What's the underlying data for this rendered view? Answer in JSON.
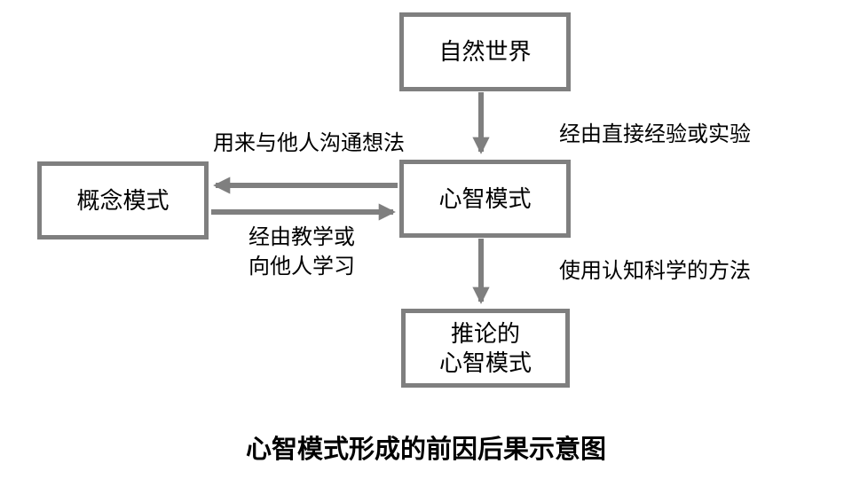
{
  "diagram": {
    "title": "心智模式形成的前因后果示意图",
    "nodes": {
      "natural_world": "自然世界",
      "mental_model": "心智模式",
      "conceptual_model": "概念模式",
      "inferred_mental_model_line1": "推论的",
      "inferred_mental_model_line2": "心智模式"
    },
    "edge_labels": {
      "natural_to_mental": "经由直接经验或实验",
      "mental_to_conceptual": "用来与他人沟通想法",
      "conceptual_to_mental_line1": "经由教学或",
      "conceptual_to_mental_line2": "向他人学习",
      "mental_to_inferred": "使用认知科学的方法"
    },
    "colors": {
      "box_border": "#7f7f7f",
      "arrow": "#7f7f7f",
      "text": "#000000",
      "background": "#ffffff"
    }
  }
}
